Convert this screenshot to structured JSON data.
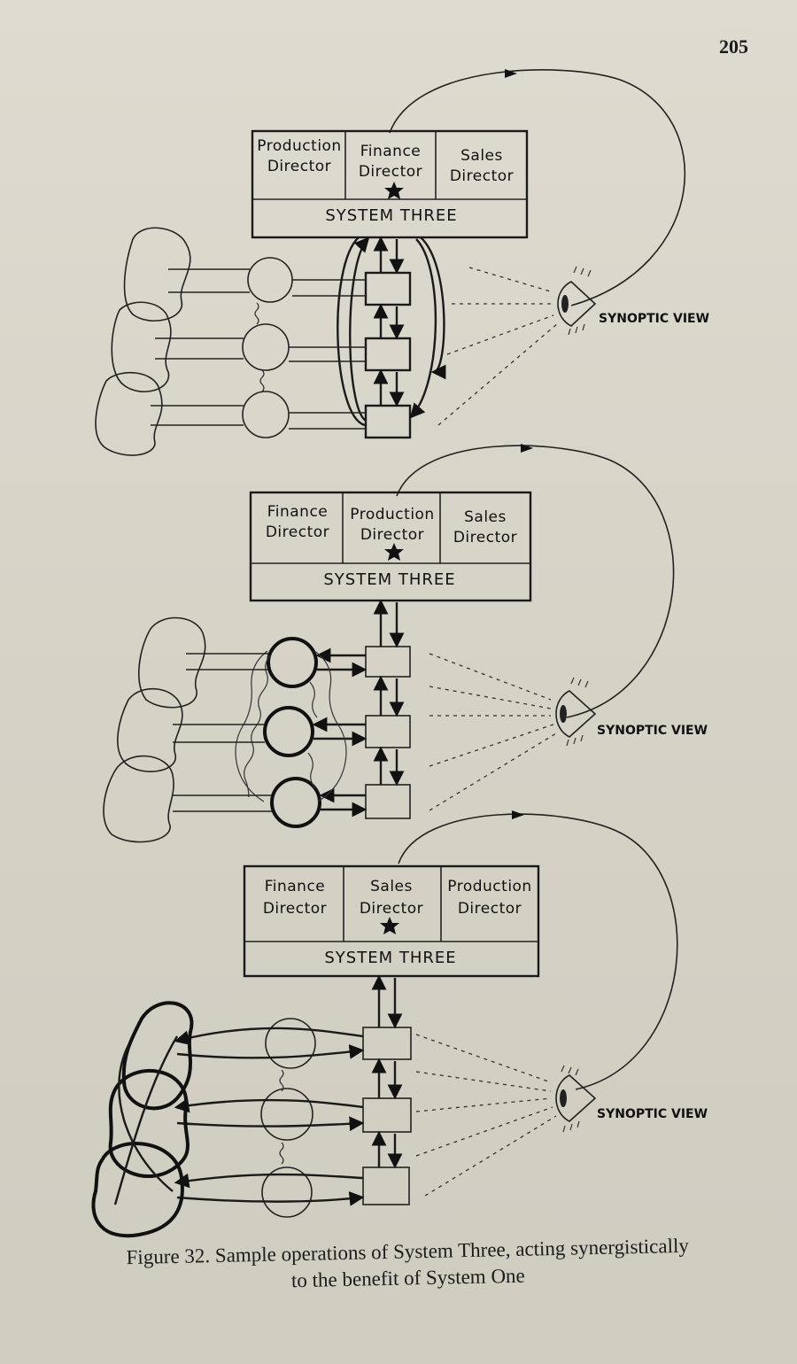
{
  "page_number": "205",
  "panels": [
    {
      "directors": [
        [
          "Production",
          "Director"
        ],
        [
          "Finance",
          "Director"
        ],
        [
          "Sales",
          "Director"
        ]
      ],
      "system_label": "SYSTEM THREE",
      "view_label": "SYNOPTIC VIEW"
    },
    {
      "directors": [
        [
          "Finance",
          "Director"
        ],
        [
          "Production",
          "Director"
        ],
        [
          "Sales",
          "Director"
        ]
      ],
      "system_label": "SYSTEM THREE",
      "view_label": "SYNOPTIC VIEW"
    },
    {
      "directors": [
        [
          "Finance",
          "Director"
        ],
        [
          "Sales",
          "Director"
        ],
        [
          "Production",
          "Director"
        ]
      ],
      "system_label": "SYSTEM THREE",
      "view_label": "SYNOPTIC VIEW"
    }
  ],
  "caption": {
    "line1": "Figure 32.  Sample operations of System Three, acting synergistically",
    "line2": "to the benefit of System One"
  }
}
